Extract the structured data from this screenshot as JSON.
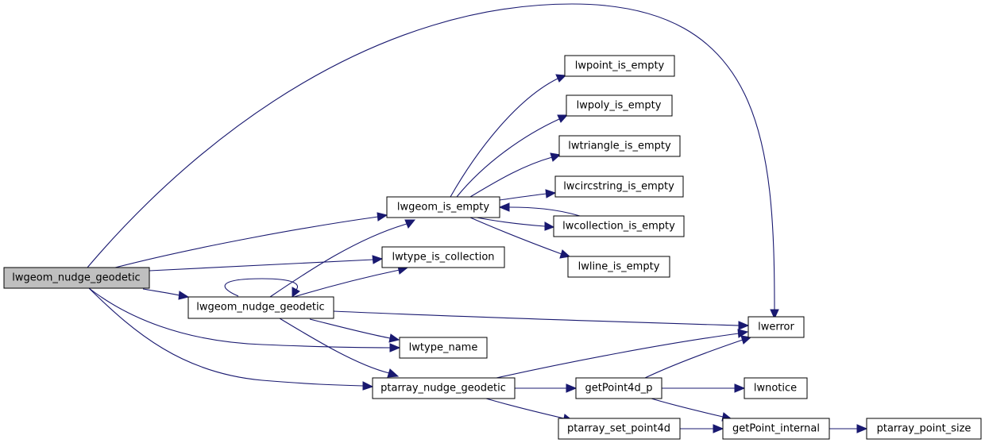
{
  "graph": {
    "colors": {
      "edge": "#191970",
      "root_fill": "#bfbfbf",
      "node_fill": "#ffffff",
      "node_border": "#000000"
    },
    "nodes": {
      "root": "lwgeom_nudge_geodetic",
      "lwpoint_is_empty": "lwpoint_is_empty",
      "lwpoly_is_empty": "lwpoly_is_empty",
      "lwtriangle_is_empty": "lwtriangle_is_empty",
      "lwcircstring_is_empty": "lwcircstring_is_empty",
      "lwgeom_is_empty": "lwgeom_is_empty",
      "lwcollection_is_empty": "lwcollection_is_empty",
      "lwtype_is_collection": "lwtype_is_collection",
      "lwline_is_empty": "lwline_is_empty",
      "lwgeom_nudge_geodetic": "lwgeom_nudge_geodetic",
      "lwerror": "lwerror",
      "lwtype_name": "lwtype_name",
      "ptarray_nudge_geodetic": "ptarray_nudge_geodetic",
      "getPoint4d_p": "getPoint4d_p",
      "lwnotice": "lwnotice",
      "ptarray_set_point4d": "ptarray_set_point4d",
      "getPoint_internal": "getPoint_internal",
      "ptarray_point_size": "ptarray_point_size"
    }
  }
}
